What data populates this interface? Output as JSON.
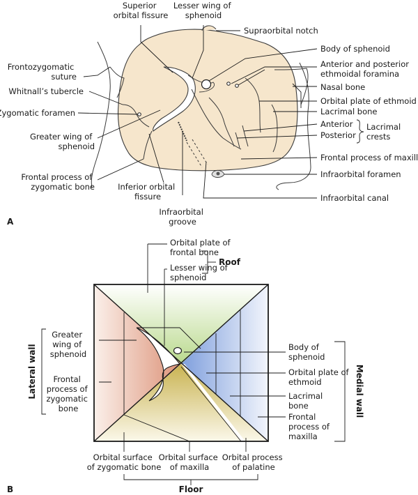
{
  "panel_a": {
    "letter": "A",
    "labels": {
      "superior_orbital_fissure": [
        "Superior",
        "orbital fissure"
      ],
      "lesser_wing_sphenoid": [
        "Lesser wing of",
        "sphenoid"
      ],
      "supraorbital_notch": "Supraorbital notch",
      "body_of_sphenoid": "Body of sphenoid",
      "ethmoidal_foramina": [
        "Anterior and posterior",
        "ethmoidal foramina"
      ],
      "nasal_bone": "Nasal bone",
      "orbital_plate_ethmoid": "Orbital plate of ethmoid",
      "lacrimal_bone": "Lacrimal bone",
      "anterior": "Anterior",
      "posterior": "Posterior",
      "lacrimal_crests": [
        "Lacrimal",
        "crests"
      ],
      "frontal_process_maxilla": "Frontal process of maxilla",
      "infraorbital_foramen": "Infraorbital foramen",
      "infraorbital_canal": "Infraorbital canal",
      "frontozygomatic_suture": [
        "Frontozygomatic",
        "suture"
      ],
      "whitnalls_tubercle": "Whitnall’s tubercle",
      "zygomatic_foramen": "Zygomatic foramen",
      "greater_wing_sphenoid": [
        "Greater wing of",
        "sphenoid"
      ],
      "frontal_process_zygomatic": [
        "Frontal process of",
        "zygomatic bone"
      ],
      "inferior_orbital_fissure": [
        "Inferior orbital",
        "fissure"
      ],
      "infraorbital_groove": [
        "Infraorbital",
        "groove"
      ]
    }
  },
  "panel_b": {
    "letter": "B",
    "labels": {
      "orbital_plate_frontal": [
        "Orbital plate of",
        "frontal bone"
      ],
      "lesser_wing_sphenoid": [
        "Lesser wing of",
        "sphenoid"
      ],
      "roof": "Roof",
      "greater_wing_sphenoid": [
        "Greater",
        "wing of",
        "sphenoid"
      ],
      "frontal_process_zygomatic": [
        "Frontal",
        "process of",
        "zygomatic",
        "bone"
      ],
      "lateral_wall": "Lateral wall",
      "body_of_sphenoid": [
        "Body of",
        "sphenoid"
      ],
      "orbital_plate_ethmoid": [
        "Orbital plate of",
        "ethmoid"
      ],
      "lacrimal_bone": [
        "Lacrimal",
        "bone"
      ],
      "frontal_process_maxilla": [
        "Frontal",
        "process of",
        "maxilla"
      ],
      "medial_wall": "Medial wall",
      "orbital_surface_zygomatic": [
        "Orbital surface",
        "of zygomatic bone"
      ],
      "orbital_surface_maxilla": [
        "Orbital surface",
        "of maxilla"
      ],
      "orbital_process_palatine": [
        "Orbital process",
        "of palatine"
      ],
      "floor": "Floor"
    },
    "colors": {
      "roof": "#c9dfa4",
      "lateral": "#e3a793",
      "medial": "#a9bfe6",
      "floor": "#d9c77e"
    }
  },
  "colors": {
    "bone_fill": "#f6e6cc",
    "line": "#1a1a1a"
  }
}
